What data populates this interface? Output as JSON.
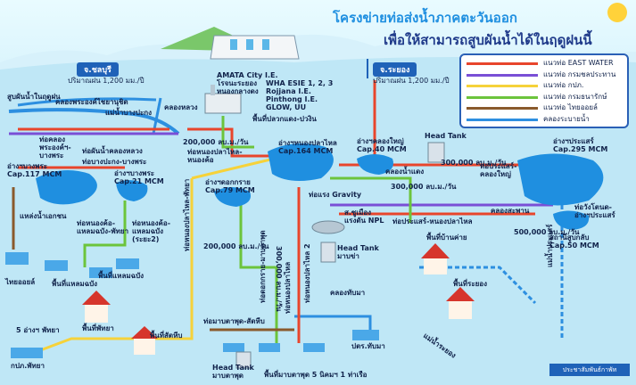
{
  "title": {
    "line1": "โครงข่ายท่อส่งน้ำภาคตะวันออก",
    "line2": "เพื่อให้สามารถสูบผันน้ำได้ในฤดูฝนนี้"
  },
  "colors": {
    "east_water": "#e8452c",
    "irrigation": "#7a4fd6",
    "pwa": "#f6d23a",
    "ind_estate": "#6cc43c",
    "thai_oil": "#8a5a2c",
    "canal": "#2d8fe0"
  },
  "legend": [
    {
      "label": "แนวท่อ EAST WATER",
      "color": "#e8452c"
    },
    {
      "label": "แนวท่อ กรมชลประทาน",
      "color": "#7a4fd6"
    },
    {
      "label": "แนวท่อ กปภ.",
      "color": "#f6d23a"
    },
    {
      "label": "แนวท่อ กรมธนารักษ์",
      "color": "#6cc43c"
    },
    {
      "label": "แนวท่อ ไทยออยล์",
      "color": "#8a5a2c"
    },
    {
      "label": "คลองระบายน้ำ",
      "color": "#2d8fe0"
    }
  ],
  "provinces": {
    "chonburi": {
      "name": "จ.ชลบุรี",
      "volume": "ปริมาณฝน 1,200 มม./ปี"
    },
    "rayong": {
      "name": "จ.ระยอง",
      "volume": "ปริมาณฝน 1,200 มม./ปี"
    }
  },
  "industrial": {
    "left": "AMATA City I.E.\nโรจนะระยอง\nหนองกลางดง",
    "right": "WHA ESIE 1, 2, 3\nRojjana I.E.\nPinthong I.E.\nGLOW, UU",
    "area": "พื้นที่ปลวกแดง-ปวงิน"
  },
  "labels": {
    "pump_reserve": "สูบผันน้ำในฤดูฝน",
    "klong_phanat": "คลองพระองค์ไชยานุชิต",
    "bang_pakong": "แม่น้ำบางปะกง",
    "klong_luang_canal": "คลองหลวง",
    "pipe_klong_phanat": "ท่อคลอง\nพระองค์ฯ-\nบางพระ",
    "pipe_klong_luang": "ท่อผันน้ำคลองหลวง",
    "pipe_bangpakong": "ท่อบางปะกง-บางพระ",
    "bangphra_a": "อ่างฯบางพระ\nCap.117 MCM",
    "bangphra_b": "อ่างฯบางพระ\nCap.21 MCM",
    "source_nongkho": "แหล่งน้ำเอกชน",
    "pipe_nongkho_laemchabang": "ท่อหนองค้อ-\nแหลมฉบัง-พัทยา",
    "pipe_nongkho_laem2": "ท่อหนองค้อ-\nแหลมฉบัง\n(ระยะ2)",
    "thai_oil": "ไทยออยล์",
    "laem_chabang": "พื้นที่แหลมฉบัง",
    "laem_chabang2": "พื้นที่แหลมฉบัง",
    "flow_200k_a": "200,000 ลบ.ม./วัน",
    "pipe_pluak_nong": "ท่อหนองปลาไหล-\nหนองค้อ",
    "nong_pla_lai": "อ่างฯหนองปลาไหล\nCap.164 MCM",
    "dok_krai": "อ่างฯดอกกราย\nCap.79 MCM",
    "flow_200k_b": "200,000 ลบ.ม./วัน",
    "pipe_pattaya": "ท่อหนองปลาไหล-พัทยา",
    "pattaya_area": "พื้นที่พัทยา",
    "pattaya_5": "5 อ่างฯ พัทยา",
    "pwa_pattaya": "กปภ.พัทยา",
    "sattahip": "พื้นที่สัตหีบ",
    "pipe_mabtaphut_sattahip": "ท่อมาบตาพุด-สัตหีบ",
    "pipe_dokkrai_mabtaphut": "ท่อดอกกราย-มาบตาพุด",
    "flow_300k_vert": "300,000 ลบ.ม./วัน",
    "pipe_nongplalai2": "ท่อหนองปลาไหล 2",
    "pipe_nongplalai_mab": "ท่อหนองปลาไหล",
    "head_tank_mab": "Head Tank\nมาบตาพุด",
    "mab_area": "พื้นที่มาบตาพุด 5 นิคมฯ 1 ท่าเรือ",
    "klong_yai": "อ่างฯคลองใหญ่\nCap.40 MCM",
    "gravity": "ท่อแรง Gravity",
    "booster": "ส.ซูเมือง\nแรงดัน NPL",
    "head_tank_manta": "Head Tank\nมาบข่า",
    "klong_namdaeng": "คลองน้ำแดง",
    "head_tank_top": "Head Tank",
    "flow_300k_a": "300,000 ลบ.ม./วัน",
    "flow_300k_b": "300,000 ลบ.ม./วัน",
    "pipe_prasae_nong": "ท่อประแสร์-\nคลองใหญ่",
    "prasae": "อ่างฯประแสร์\nCap.295 MCM",
    "pipe_prasae_nongplalai": "ท่อประแสร์-หนองปลาไหล",
    "klong_saphan": "คลองสะพาน",
    "pipe_wangtanode": "ท่อวังโตนด-\nอ่างฯประแสร์",
    "flow_500k": "500,000 ลบ.ม./วัน",
    "wang_tanode": "สถานีสูบกลับ\nCap.50 MCM",
    "ban_khai": "พื้นที่บ้านค่าย",
    "rayong_area": "พื้นที่ระยอง",
    "klong_thap_ma": "คลองทับมา",
    "pumping_thapma": "ปตร.ทับมา",
    "rayong_river": "แม่น้ำระยอง",
    "prasae_river": "แม่น้ำประแสร์"
  },
  "credit": "ประชาสัมพันธ์กาพัท"
}
